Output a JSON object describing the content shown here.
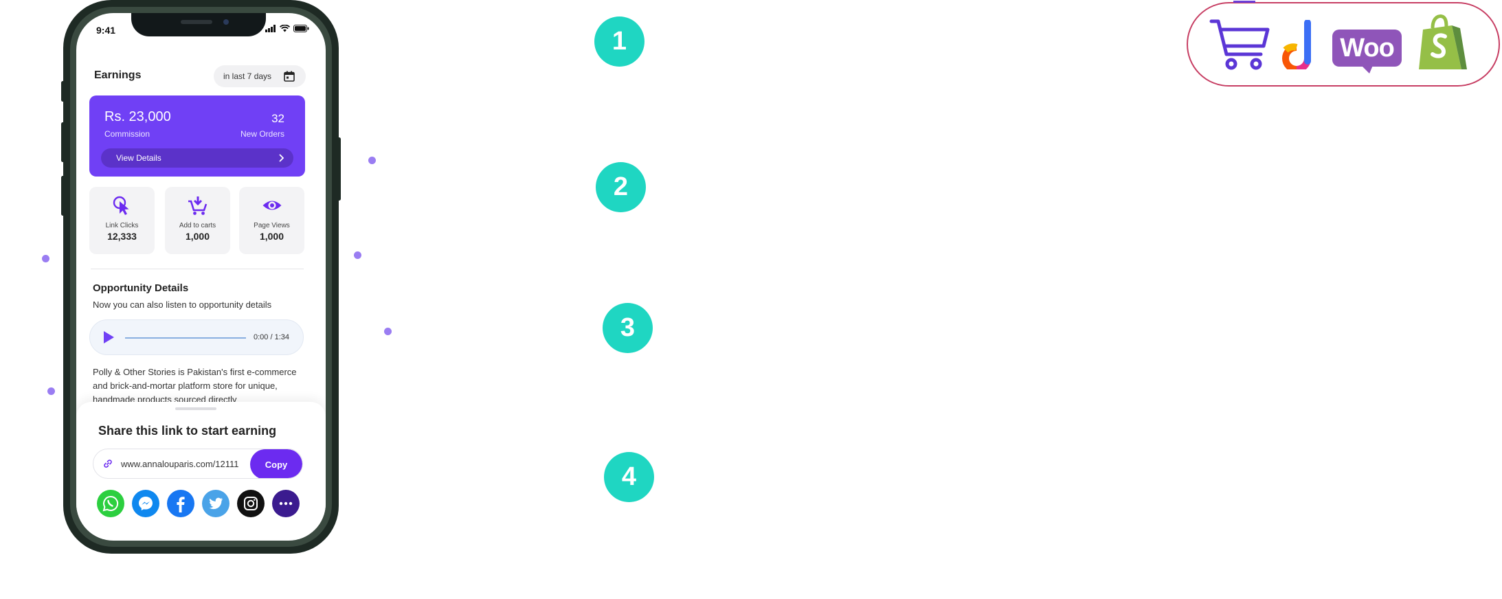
{
  "status_bar": {
    "time": "9:41"
  },
  "earnings": {
    "title": "Earnings",
    "filter_label": "in last 7 days",
    "amount": "Rs. 23,000",
    "amount_label": "Commission",
    "orders": "32",
    "orders_label": "New Orders",
    "view_details": "View Details"
  },
  "stats": [
    {
      "label": "Link Clicks",
      "value": "12,333",
      "icon": "cursor-click-icon"
    },
    {
      "label": "Add to carts",
      "value": "1,000",
      "icon": "cart-add-icon"
    },
    {
      "label": "Page Views",
      "value": "1,000",
      "icon": "eye-icon"
    }
  ],
  "opportunity": {
    "title": "Opportunity Details",
    "subtitle": "Now you can also listen to opportunity details",
    "audio_time": "0:00 / 1:34",
    "description": "Polly & Other Stories is Pakistan's first e-commerce and brick-and-mortar platform store for unique, handmade products sourced directly"
  },
  "share": {
    "title": "Share this link to start earning",
    "url": "www.annalouparis.com/12111",
    "copy_label": "Copy",
    "socials": [
      "whatsapp-icon",
      "messenger-icon",
      "facebook-icon",
      "twitter-icon",
      "instagram-icon",
      "more-icon"
    ]
  },
  "steps": [
    "1",
    "2",
    "3",
    "4"
  ],
  "logos": {
    "woo_text": "Woo"
  },
  "colors": {
    "accent": "#7040f5",
    "teal": "#1fd6c2",
    "logo_border": "#c73e63"
  }
}
